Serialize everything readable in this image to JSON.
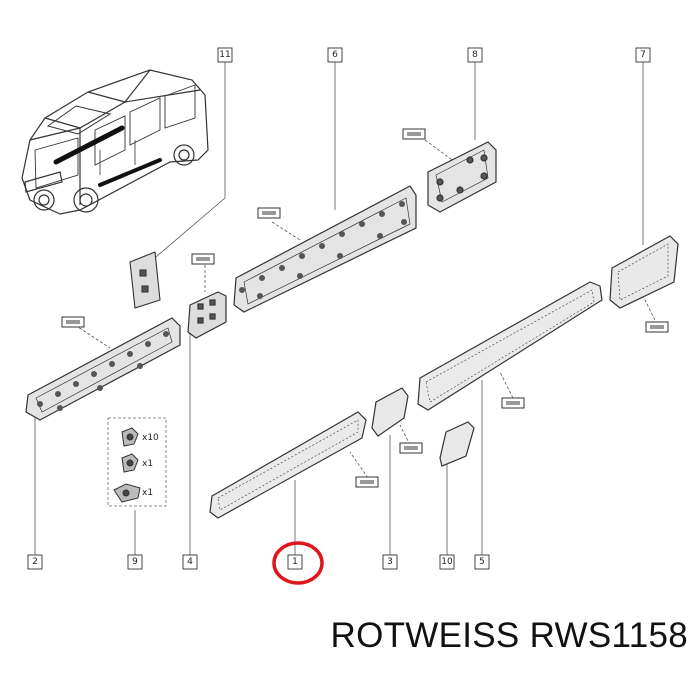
{
  "callouts": [
    "11",
    "6",
    "8",
    "7",
    "2",
    "9",
    "4",
    "1",
    "3",
    "10",
    "5"
  ],
  "fastener_kit": {
    "quantities": [
      "x10",
      "x1",
      "x1"
    ]
  },
  "highlight_color": "#e0161d",
  "caption": {
    "brand": "ROTWEISS",
    "part_number": "RWS1158"
  }
}
